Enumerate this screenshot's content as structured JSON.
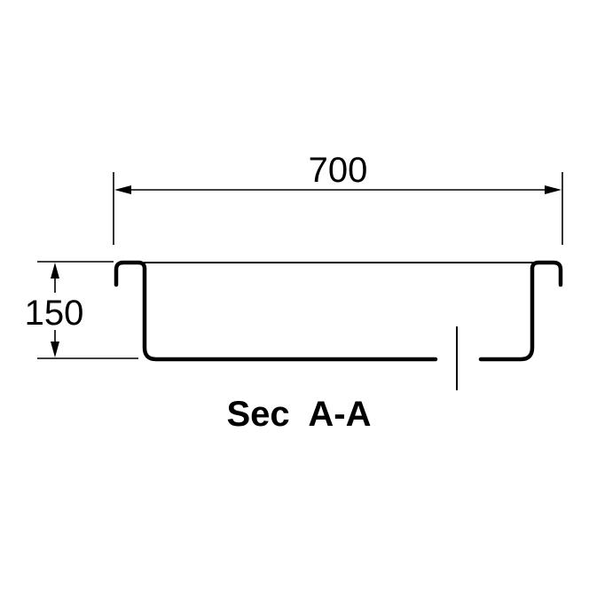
{
  "drawing": {
    "width_dimension": "700",
    "height_dimension": "150",
    "section_label": "Sec  A-A"
  }
}
